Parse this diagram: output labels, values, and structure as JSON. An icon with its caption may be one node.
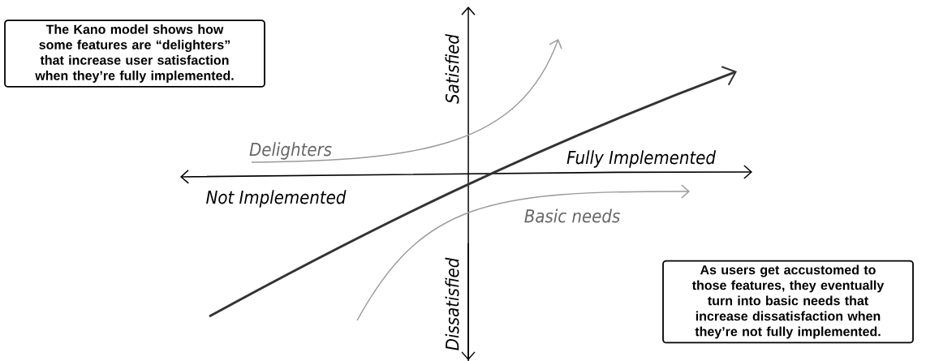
{
  "diagram": {
    "nodes": [
      {
        "text": [
          "The Kano model shows how some features are “delighters” that increase user satisfaction when they’re fully implemented."
        ]
      },
      {
        "text": [
          "As users get accustomed to those features, they eventually turn into basic needs that increase dissatisfaction when they’re not fully implemented."
        ]
      }
    ],
    "labels": [
      "Satisfied",
      "Delighters",
      "Fully Implemented",
      "Not Implemented",
      "Basic needs",
      "Dissatisfied"
    ]
  }
}
